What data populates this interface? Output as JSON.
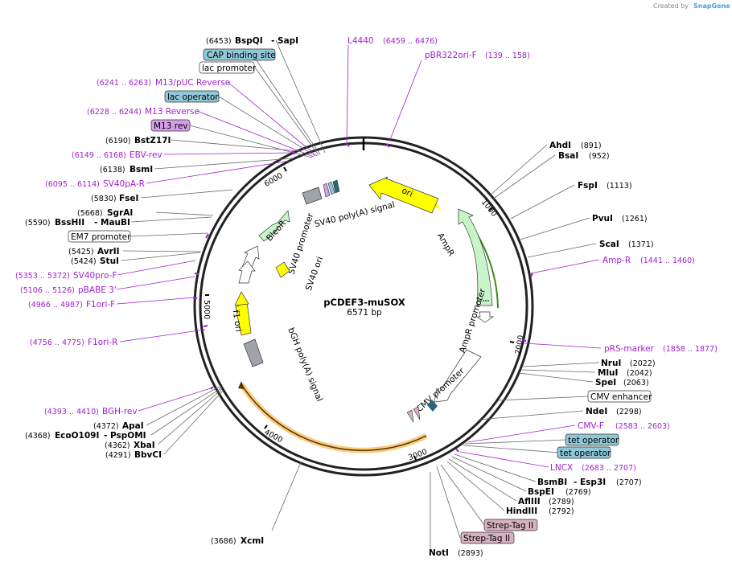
{
  "header": {
    "credit_text": "Created by",
    "brand_text": "SnapGene"
  },
  "plasmid": {
    "name": "pCDEF3-muSOX",
    "length_label": "6571 bp",
    "tick_labels": [
      "1000",
      "2000",
      "3000",
      "4000",
      "5000",
      "6000"
    ]
  },
  "features": [
    {
      "label": "ori"
    },
    {
      "label": "AmpR"
    },
    {
      "label": "AmpR promoter"
    },
    {
      "label": "CMV promoter"
    },
    {
      "label": "SV40 poly(A) signal"
    },
    {
      "label": "BleoR"
    },
    {
      "label": "SV40 promoter"
    },
    {
      "label": "SV40 ori"
    },
    {
      "label": "f1 ori"
    },
    {
      "label": "bGH poly(A) signal"
    }
  ],
  "labels": {
    "bspqi_pos": "(6453)",
    "bspqi": "BspQI",
    "sapi": "- SapI",
    "cap": "CAP binding site",
    "lac_prom": "lac promoter",
    "m13puc_pos": "(6241 .. 6263)",
    "m13puc": "M13/pUC Reverse",
    "lac_op": "lac operator",
    "m13rev_pos": "(6228 .. 6244)",
    "m13rev": "M13 Reverse",
    "m13rev_feat": "M13 rev",
    "bstz_pos": "(6190)",
    "bstz": "BstZ17I",
    "ebv_pos": "(6149 .. 6168)",
    "ebv": "EBV-rev",
    "bsmi_pos": "(6138)",
    "bsmi": "BsmI",
    "sv40pa_pos": "(6095 .. 6114)",
    "sv40pa": "SV40pA-R",
    "fsei_pos": "(5830)",
    "fsei": "FseI",
    "sgrai_pos": "(5668)",
    "sgrai": "SgrAI",
    "bsshii_pos": "(5590)",
    "bsshii": "BssHII",
    "maubi": "- MauBI",
    "em7": "EM7 promoter",
    "avrii_pos": "(5425)",
    "avrii": "AvrII",
    "stui_pos": "(5424)",
    "stui": "StuI",
    "sv40pro_pos": "(5353 .. 5372)",
    "sv40pro": "SV40pro-F",
    "pbabe_pos": "(5106 .. 5126)",
    "pbabe": "pBABE 3'",
    "f1orif_pos": "(4966 .. 4987)",
    "f1orif": "F1ori-F",
    "f1orir_pos": "(4756 .. 4775)",
    "f1orir": "F1ori-R",
    "bghrev_pos": "(4393 .. 4410)",
    "bghrev": "BGH-rev",
    "apai_pos": "(4372)",
    "apai": "ApaI",
    "eco_pos": "(4368)",
    "eco": "EcoO109I",
    "pspomi": "- PspOMI",
    "xbai_pos": "(4362)",
    "xbai": "XbaI",
    "bbvci_pos": "(4291)",
    "bbvci": "BbvCI",
    "xcmi_pos": "(3686)",
    "xcmi": "XcmI",
    "l4440": "L4440",
    "l4440_pos": "(6459 .. 6476)",
    "pbr322": "pBR322ori-F",
    "pbr322_pos": "(139 .. 158)",
    "ahdi": "AhdI",
    "ahdi_pos": "(891)",
    "bsai": "BsaI",
    "bsai_pos": "(952)",
    "fspi": "FspI",
    "fspi_pos": "(1113)",
    "pvui": "PvuI",
    "pvui_pos": "(1261)",
    "scai": "ScaI",
    "scai_pos": "(1371)",
    "ampr_primer": "Amp-R",
    "ampr_primer_pos": "(1441 .. 1460)",
    "prs": "pRS-marker",
    "prs_pos": "(1858 .. 1877)",
    "nrui": "NruI",
    "nrui_pos": "(2022)",
    "mlui": "MluI",
    "mlui_pos": "(2042)",
    "spei": "SpeI",
    "spei_pos": "(2063)",
    "cmv_enh": "CMV enhancer",
    "ndei": "NdeI",
    "ndei_pos": "(2298)",
    "cmvf": "CMV-F",
    "cmvf_pos": "(2583 .. 2603)",
    "tetop1": "tet operator",
    "tetop2": "tet operator",
    "lncx": "LNCX",
    "lncx_pos": "(2683 .. 2707)",
    "bsmbi": "BsmBI",
    "esp3i": "- Esp3I",
    "bsmbi_pos": "(2707)",
    "bspei": "BspEI",
    "bspei_pos": "(2769)",
    "aflii": "AflIII",
    "aflii_pos": "(2789)",
    "hindiii": "HindIII",
    "hindiii_pos": "(2792)",
    "strep1": "Strep-Tag II",
    "strep2": "Strep-Tag II",
    "noti": "NotI",
    "noti_pos": "(2893)"
  },
  "colors": {
    "primer": "#a020d0",
    "ori": "#ffff00",
    "ampr": "#c8f5c8",
    "lac_box": "#8fc8d8",
    "m13_box": "#d49fe8",
    "strep_box": "#d8b0c0",
    "polyA": "#a0a4a8",
    "orange_arc": "#f5c060",
    "green_arc": "#3c8a1e"
  }
}
